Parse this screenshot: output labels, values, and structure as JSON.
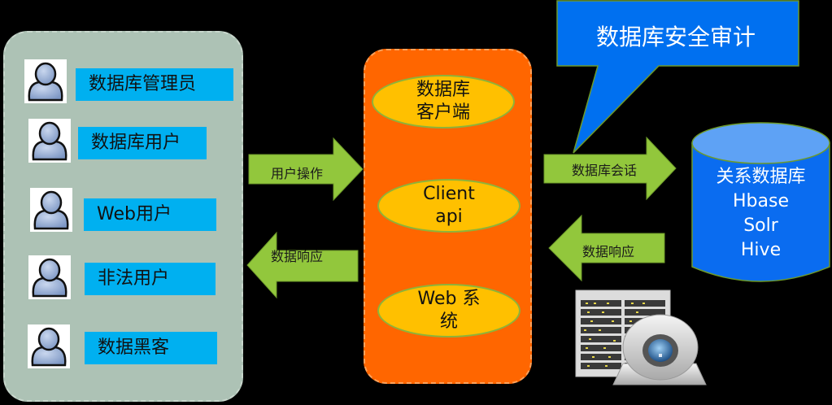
{
  "users": [
    {
      "icon": "user-icon",
      "label": "数据库管理员"
    },
    {
      "icon": "user-icon",
      "label": "数据库用户"
    },
    {
      "icon": "user-icon",
      "label": "Web用户"
    },
    {
      "icon": "user-icon",
      "label": "非法用户"
    },
    {
      "icon": "user-icon",
      "label": "数据黑客"
    }
  ],
  "left_arrows": {
    "request": "用户操作",
    "response": "数据响应"
  },
  "client": {
    "items": [
      {
        "lines": [
          "数据库",
          "客户端"
        ]
      },
      {
        "lines": [
          "Client",
          "api"
        ]
      },
      {
        "lines": [
          "Web 系",
          "统"
        ]
      }
    ]
  },
  "right_arrows": {
    "session": "数据库会话",
    "response": "数据响应"
  },
  "callout": {
    "title": "数据库安全审计"
  },
  "database": {
    "lines": [
      "关系数据库",
      "Hbase",
      "Solr",
      "Hive"
    ]
  },
  "colors": {
    "user_panel": "#adc2b5",
    "user_label": "#00b0f0",
    "client_panel": "#ff6600",
    "ellipse": "#ffc000",
    "arrow": "#92c73c",
    "callout": "#0070f0",
    "database": "#0a6cf0"
  },
  "audit_device": {
    "icon": "server-camera-icon"
  }
}
